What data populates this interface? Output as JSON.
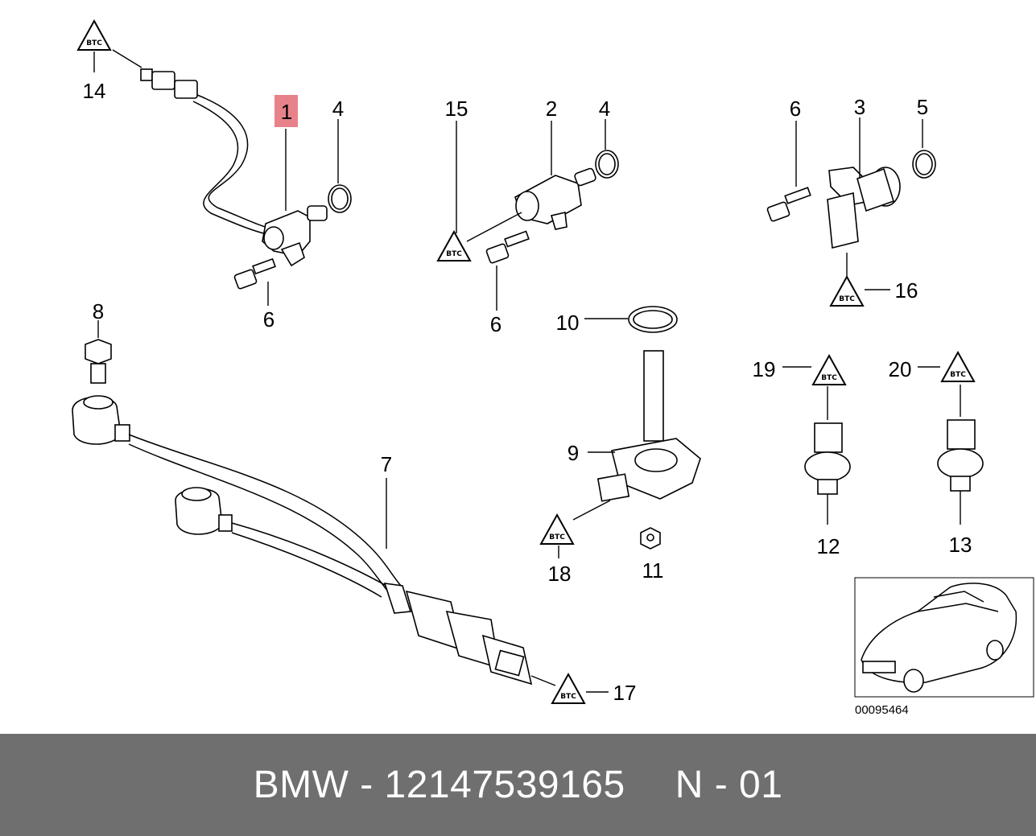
{
  "callouts": {
    "c1": "1",
    "c2": "2",
    "c3": "3",
    "c4a": "4",
    "c4b": "4",
    "c5": "5",
    "c6a": "6",
    "c6b": "6",
    "c6c": "6",
    "c7": "7",
    "c8": "8",
    "c9": "9",
    "c10": "10",
    "c11": "11",
    "c12": "12",
    "c13": "13",
    "c14": "14",
    "c15": "15",
    "c16": "16",
    "c17": "17",
    "c18": "18",
    "c19": "19",
    "c20": "20"
  },
  "highlight_color": "#e8828a",
  "warning_symbol_text": "BTC",
  "reference_number": "00095464",
  "footer": {
    "part_label": "BMW - 12147539165",
    "page_label": "N - 01",
    "background": "#6f6f6f"
  }
}
